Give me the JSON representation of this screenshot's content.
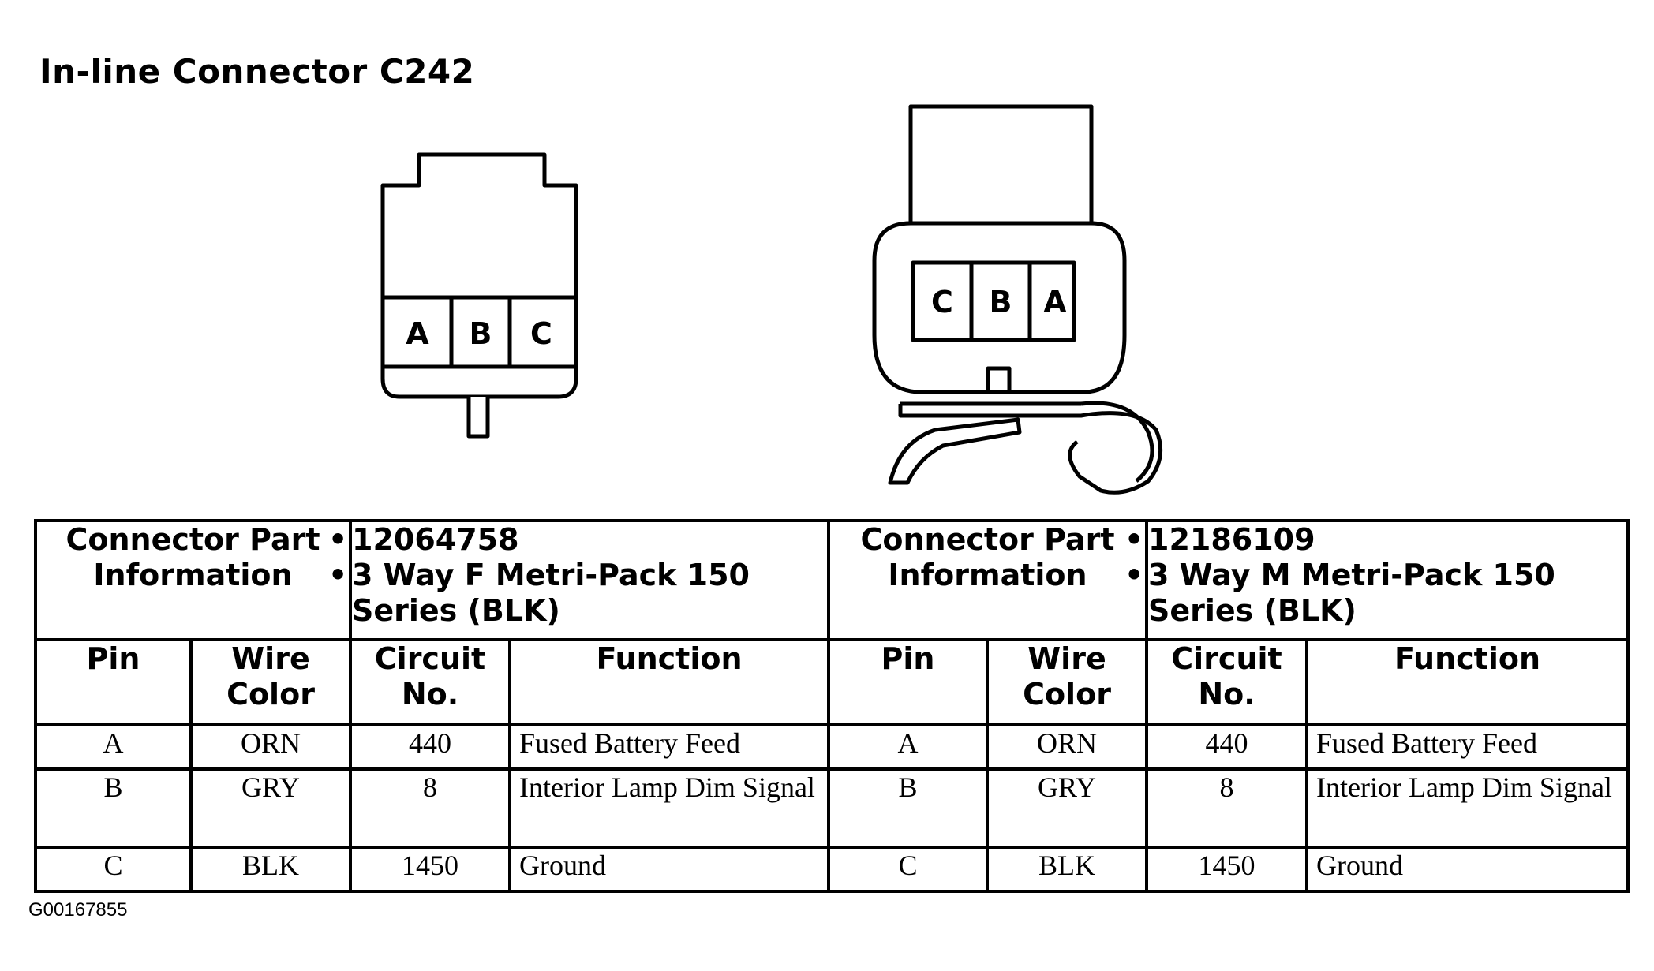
{
  "title": "In-line Connector C242",
  "connectors": [
    {
      "part_info_label": "Connector Part Information",
      "part_number": "12064758",
      "description": "3 Way F Metri-Pack 150 Series (BLK)",
      "cavity_order": [
        "A",
        "B",
        "C"
      ]
    },
    {
      "part_info_label": "Connector Part Information",
      "part_number": "12186109",
      "description": "3 Way M Metri-Pack 150 Series (BLK)",
      "cavity_order": [
        "C",
        "B",
        "A"
      ]
    }
  ],
  "columns": [
    "Pin",
    "Wire Color",
    "Circuit No.",
    "Function"
  ],
  "rows": [
    {
      "pin": "A",
      "wire_color": "ORN",
      "circuit": "440",
      "function": "Fused Battery Feed"
    },
    {
      "pin": "B",
      "wire_color": "GRY",
      "circuit": "8",
      "function": "Interior Lamp Dim Signal"
    },
    {
      "pin": "C",
      "wire_color": "BLK",
      "circuit": "1450",
      "function": "Ground"
    }
  ],
  "reference_code": "G00167855"
}
